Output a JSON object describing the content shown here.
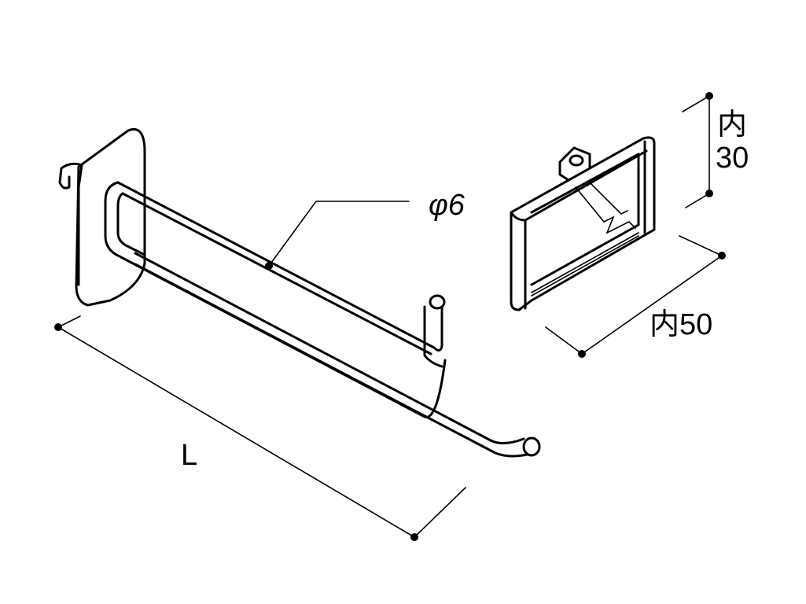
{
  "labels": {
    "diameter": "φ6",
    "length": "L",
    "inner_height_prefix": "内",
    "inner_height_value": "30",
    "inner_width": "内50"
  },
  "colors": {
    "ink": "#000000",
    "paper": "#ffffff"
  }
}
